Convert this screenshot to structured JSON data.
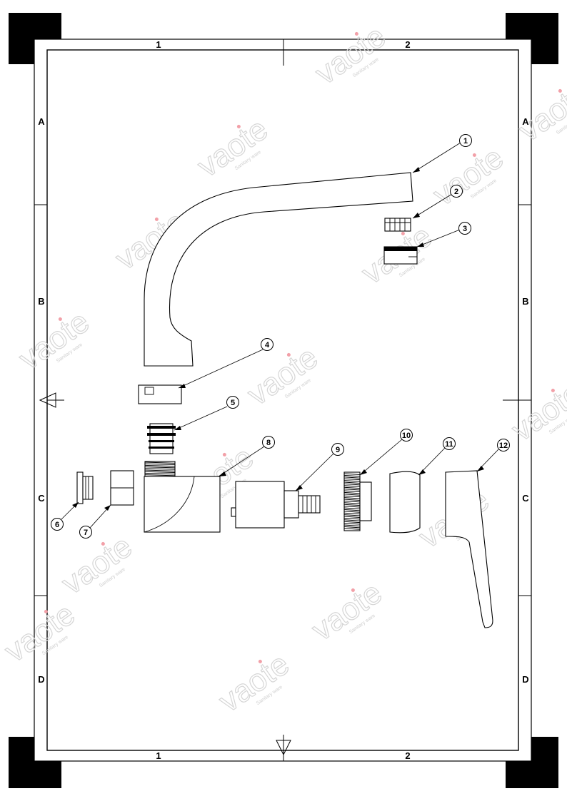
{
  "sheet": {
    "column_labels": [
      "1",
      "2"
    ],
    "row_labels": [
      "A",
      "B",
      "C",
      "D"
    ]
  },
  "watermark": {
    "brand": "vaote",
    "tagline": "Sanitary ware"
  },
  "parts": [
    {
      "id": "1",
      "name": "spout"
    },
    {
      "id": "2",
      "name": "aerator-insert"
    },
    {
      "id": "3",
      "name": "aerator-housing"
    },
    {
      "id": "4",
      "name": "spout-collar"
    },
    {
      "id": "5",
      "name": "swivel-connector"
    },
    {
      "id": "6",
      "name": "wall-fitting"
    },
    {
      "id": "7",
      "name": "adapter-nut"
    },
    {
      "id": "8",
      "name": "valve-body"
    },
    {
      "id": "9",
      "name": "cartridge"
    },
    {
      "id": "10",
      "name": "bonnet-nut"
    },
    {
      "id": "11",
      "name": "cover-cap"
    },
    {
      "id": "12",
      "name": "lever-handle"
    }
  ],
  "colors": {
    "ink": "#000000",
    "paper": "#ffffff",
    "watermark": "#d6d6d6",
    "watermark_accent": "#f2a0a8"
  }
}
